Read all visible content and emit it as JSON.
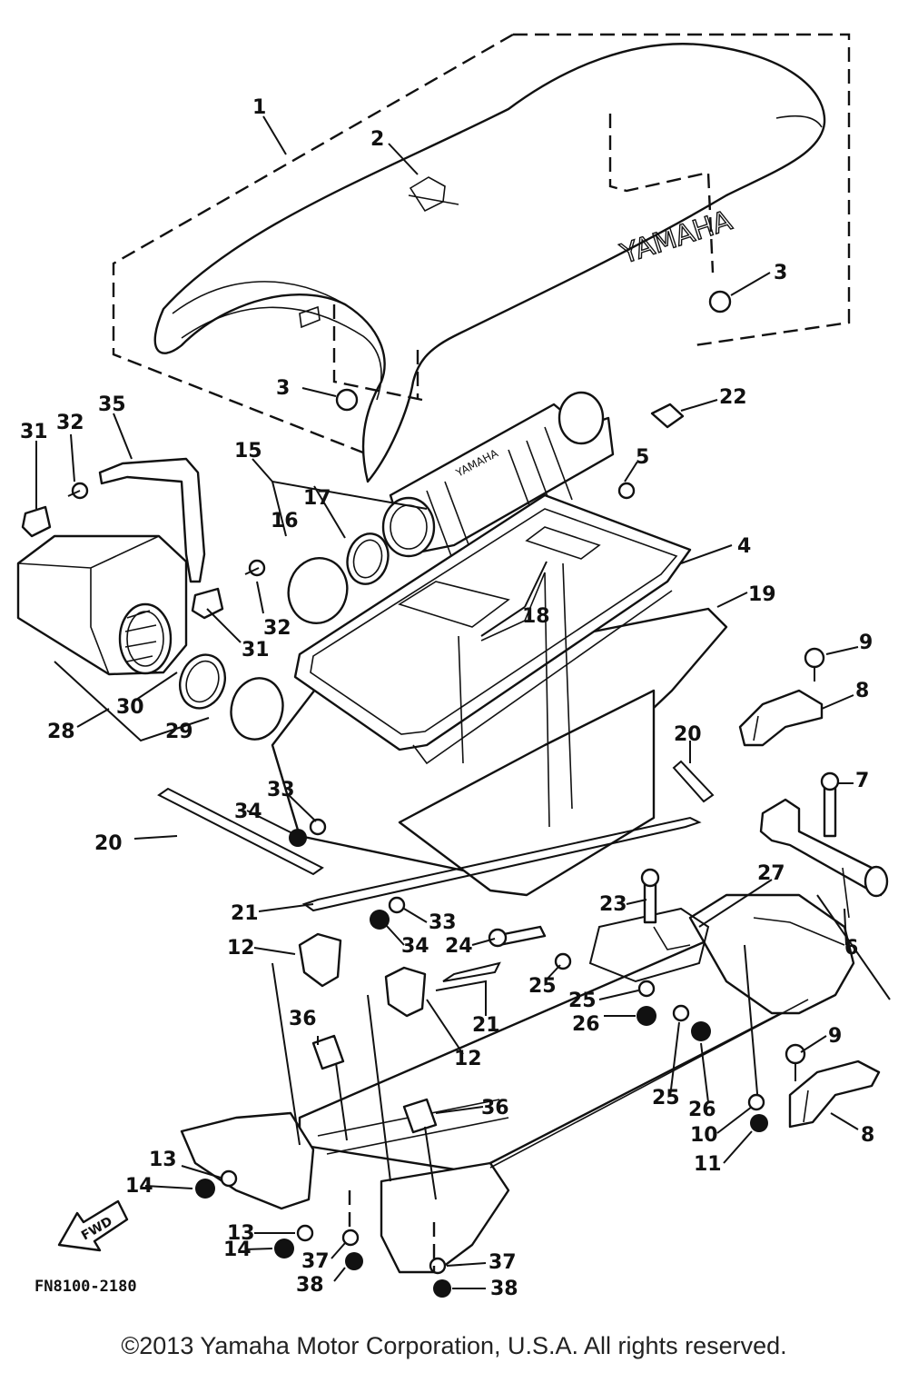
{
  "diagram": {
    "brand_mark": "YAMAHA",
    "fwd_mark": "FWD",
    "part_code": "FN8100-2180",
    "callouts": [
      {
        "id": "c1",
        "text": "1"
      },
      {
        "id": "c2",
        "text": "2"
      },
      {
        "id": "c3a",
        "text": "3"
      },
      {
        "id": "c3b",
        "text": "3"
      },
      {
        "id": "c22",
        "text": "22"
      },
      {
        "id": "c5",
        "text": "5"
      },
      {
        "id": "c4",
        "text": "4"
      },
      {
        "id": "c19",
        "text": "19"
      },
      {
        "id": "c18",
        "text": "18"
      },
      {
        "id": "c15",
        "text": "15"
      },
      {
        "id": "c16",
        "text": "16"
      },
      {
        "id": "c17",
        "text": "17"
      },
      {
        "id": "c31a",
        "text": "31"
      },
      {
        "id": "c32a",
        "text": "32"
      },
      {
        "id": "c35",
        "text": "35"
      },
      {
        "id": "c32b",
        "text": "32"
      },
      {
        "id": "c31b",
        "text": "31"
      },
      {
        "id": "c30",
        "text": "30"
      },
      {
        "id": "c28",
        "text": "28"
      },
      {
        "id": "c29",
        "text": "29"
      },
      {
        "id": "c9a",
        "text": "9"
      },
      {
        "id": "c8a",
        "text": "8"
      },
      {
        "id": "c20a",
        "text": "20"
      },
      {
        "id": "c7",
        "text": "7"
      },
      {
        "id": "c20b",
        "text": "20"
      },
      {
        "id": "c33a",
        "text": "33"
      },
      {
        "id": "c34a",
        "text": "34"
      },
      {
        "id": "c27",
        "text": "27"
      },
      {
        "id": "c21a",
        "text": "21"
      },
      {
        "id": "c23",
        "text": "23"
      },
      {
        "id": "c33b",
        "text": "33"
      },
      {
        "id": "c34b",
        "text": "34"
      },
      {
        "id": "c24",
        "text": "24"
      },
      {
        "id": "c6",
        "text": "6"
      },
      {
        "id": "c12a",
        "text": "12"
      },
      {
        "id": "c25a",
        "text": "25"
      },
      {
        "id": "c25b",
        "text": "25"
      },
      {
        "id": "c26a",
        "text": "26"
      },
      {
        "id": "c21b",
        "text": "21"
      },
      {
        "id": "c36a",
        "text": "36"
      },
      {
        "id": "c12b",
        "text": "12"
      },
      {
        "id": "c9b",
        "text": "9"
      },
      {
        "id": "c25c",
        "text": "25"
      },
      {
        "id": "c26b",
        "text": "26"
      },
      {
        "id": "c36b",
        "text": "36"
      },
      {
        "id": "c10",
        "text": "10"
      },
      {
        "id": "c8b",
        "text": "8"
      },
      {
        "id": "c13a",
        "text": "13"
      },
      {
        "id": "c11",
        "text": "11"
      },
      {
        "id": "c14a",
        "text": "14"
      },
      {
        "id": "c13b",
        "text": "13"
      },
      {
        "id": "c14b",
        "text": "14"
      },
      {
        "id": "c37a",
        "text": "37"
      },
      {
        "id": "c37b",
        "text": "37"
      },
      {
        "id": "c38a",
        "text": "38"
      },
      {
        "id": "c38b",
        "text": "38"
      }
    ]
  },
  "footer": {
    "copyright": "©2013 Yamaha Motor Corporation, U.S.A. All rights reserved."
  }
}
